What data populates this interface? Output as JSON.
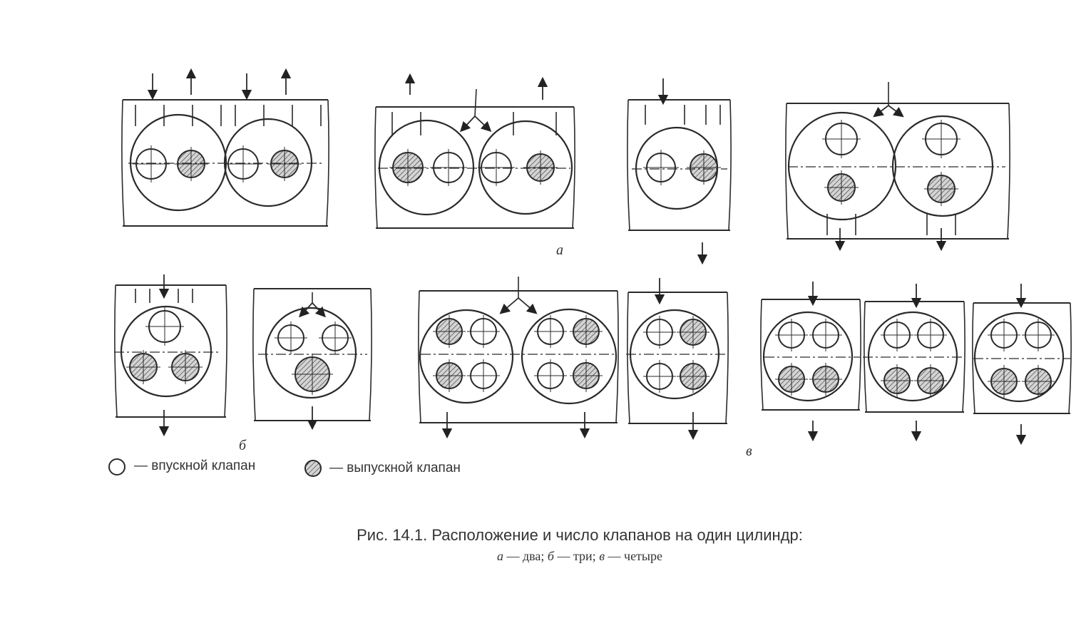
{
  "group_labels": {
    "a": "а",
    "b": "б",
    "v": "в"
  },
  "legend": {
    "intake": {
      "text": "— впускной клапан",
      "icon": "open-circle-icon"
    },
    "exhaust": {
      "text": "— выпускной клапан",
      "icon": "hatched-circle-icon"
    }
  },
  "caption": {
    "title": "Рис. 14.1. Расположение и число клапанов на один цилиндр:",
    "sub_a": "а",
    "sub_a_text": " — два; ",
    "sub_b": "б",
    "sub_b_text": " — три; ",
    "sub_v": "в",
    "sub_v_text": " — четыре"
  },
  "colors": {
    "ink": "#2a2a2a",
    "hatch": "#555555",
    "fill": "#cfcfcf"
  }
}
